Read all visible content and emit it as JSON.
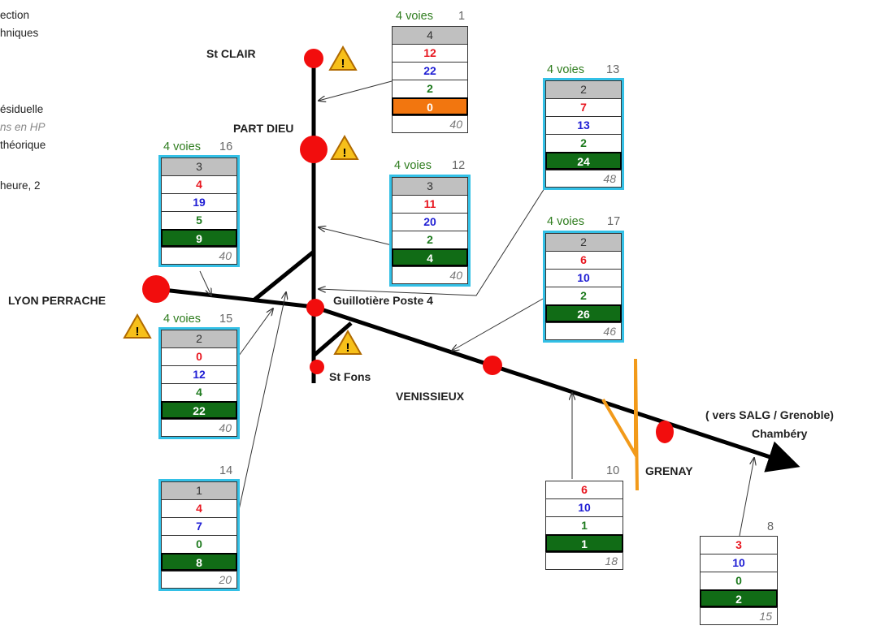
{
  "colors": {
    "track": "#000000",
    "node": "#f20d0d",
    "box_border": "#33c0e6",
    "voies_text": "#2f7d1f",
    "green_fill": "#116c16",
    "orange_fill": "#f2760f",
    "gray_fill": "#c0c0c0",
    "warning_fill": "#f7c01a",
    "detour": "#f29a1a"
  },
  "left_notes": [
    "ection",
    "hniques",
    "ésiduelle",
    "ns en HP",
    "théorique",
    "heure,  2"
  ],
  "stations": {
    "st_clair": "St CLAIR",
    "part_dieu": "PART DIEU",
    "lyon_perrache": "LYON PERRACHE",
    "guillotiere": "Guillotière Poste 4",
    "st_fons": "St Fons",
    "venissieux": "VENISSIEUX",
    "grenay": "GRENAY",
    "vers_line1": "( vers SALG / Grenoble)",
    "vers_line2": "Chambéry"
  },
  "sections": [
    {
      "id": "1",
      "voies": "4 voies",
      "num": "1",
      "values": [
        "4",
        "12",
        "22",
        "2",
        "0"
      ],
      "capacity": "40",
      "highlight": "orange"
    },
    {
      "id": "12",
      "voies": "4 voies",
      "num": "12",
      "values": [
        "3",
        "11",
        "20",
        "2",
        "4"
      ],
      "capacity": "40",
      "highlight": "green"
    },
    {
      "id": "13",
      "voies": "4 voies",
      "num": "13",
      "values": [
        "2",
        "7",
        "13",
        "2",
        "24"
      ],
      "capacity": "48",
      "highlight": "green"
    },
    {
      "id": "16",
      "voies": "4 voies",
      "num": "16",
      "values": [
        "3",
        "4",
        "19",
        "5",
        "9"
      ],
      "capacity": "40",
      "highlight": "green"
    },
    {
      "id": "17",
      "voies": "4 voies",
      "num": "17",
      "values": [
        "2",
        "6",
        "10",
        "2",
        "26"
      ],
      "capacity": "46",
      "highlight": "green"
    },
    {
      "id": "15",
      "voies": "4 voies",
      "num": "15",
      "values": [
        "2",
        "0",
        "12",
        "4",
        "22"
      ],
      "capacity": "40",
      "highlight": "green"
    },
    {
      "id": "14",
      "voies": "",
      "num": "14",
      "values": [
        "1",
        "4",
        "7",
        "0",
        "8"
      ],
      "capacity": "20",
      "highlight": "green"
    },
    {
      "id": "10",
      "voies": "",
      "num": "10",
      "values": [
        "6",
        "10",
        "1",
        "1"
      ],
      "capacity": "18",
      "highlight": "green"
    },
    {
      "id": "8",
      "voies": "",
      "num": "8",
      "values": [
        "3",
        "10",
        "0",
        "2"
      ],
      "capacity": "15",
      "highlight": "green"
    }
  ]
}
